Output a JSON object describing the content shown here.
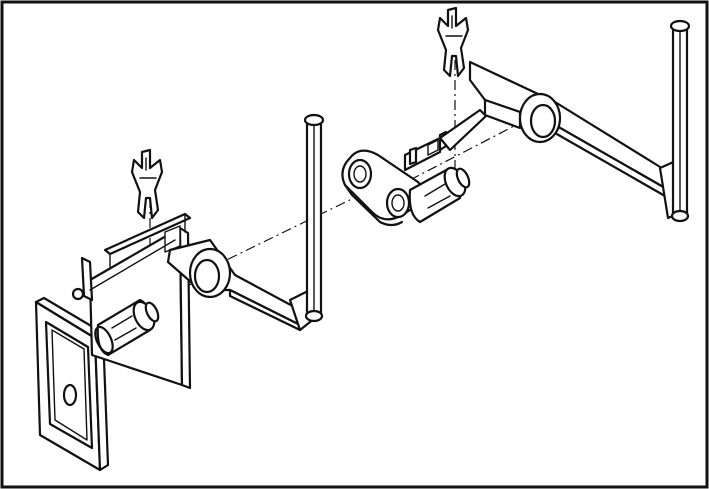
{
  "figure": {
    "type": "exploded-assembly-line-drawing",
    "border_color": "#111111",
    "background_color": "#ffffff",
    "line_color": "#111111"
  },
  "parts": [
    {
      "id": "bezel-plate"
    },
    {
      "id": "left-bracket"
    },
    {
      "id": "left-retaining-clip"
    },
    {
      "id": "left-shaft-coupling"
    },
    {
      "id": "left-crank-arm"
    },
    {
      "id": "left-vertical-rod"
    },
    {
      "id": "center-link"
    },
    {
      "id": "right-shaft-coupling"
    },
    {
      "id": "right-bracket"
    },
    {
      "id": "right-retaining-clip"
    },
    {
      "id": "right-crank-arm"
    },
    {
      "id": "right-vertical-rod"
    }
  ]
}
